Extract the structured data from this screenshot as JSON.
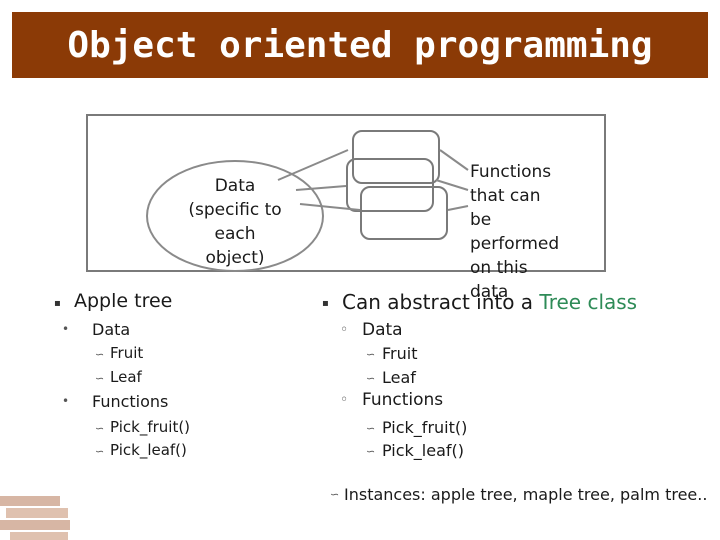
{
  "slide": {
    "title": "Object oriented programming"
  },
  "diagram": {
    "data_label": "Data\n(specific to\neach\nobject)",
    "functions_label": "Functions\nthat can\nbe\nperformed\non this\ndata"
  },
  "left_list": {
    "heading": "Apple tree",
    "items": [
      {
        "label": "Data",
        "subitems": [
          "Fruit",
          "Leaf"
        ]
      },
      {
        "label": "Functions",
        "subitems": [
          "Pick_fruit()",
          "Pick_leaf()"
        ]
      }
    ]
  },
  "right_list": {
    "heading_prefix": "Can abstract into a ",
    "heading_accent": "Tree class",
    "items": [
      {
        "label": "Data",
        "subitems": [
          "Fruit",
          "Leaf"
        ]
      },
      {
        "label": "Functions",
        "subitems": [
          "Pick_fruit()",
          "Pick_leaf()"
        ]
      }
    ],
    "instances": "Instances: apple tree, maple tree, palm tree.."
  },
  "colors": {
    "title_bar": "#8b3a06",
    "accent_green": "#2e8b57"
  },
  "icons": {
    "level1_bullet": "square-bullet-icon",
    "leaf_bullet": "swoosh-bullet-icon"
  }
}
